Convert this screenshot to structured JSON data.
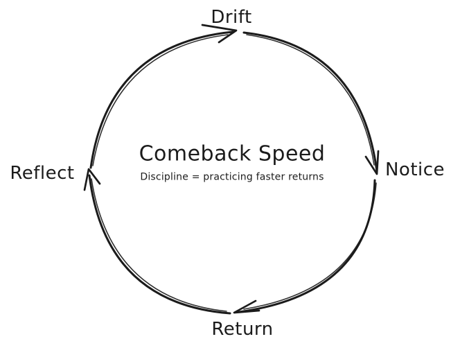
{
  "diagram": {
    "title": "Comeback Speed",
    "subtitle": "Discipline = practicing faster returns",
    "type": "cycle",
    "flow_direction": "clockwise",
    "nodes": [
      {
        "id": "drift",
        "label": "Drift",
        "position": "top"
      },
      {
        "id": "notice",
        "label": "Notice",
        "position": "right"
      },
      {
        "id": "return",
        "label": "Return",
        "position": "bottom"
      },
      {
        "id": "reflect",
        "label": "Reflect",
        "position": "left"
      }
    ],
    "edges": [
      {
        "from": "drift",
        "to": "notice"
      },
      {
        "from": "notice",
        "to": "return"
      },
      {
        "from": "return",
        "to": "reflect"
      },
      {
        "from": "reflect",
        "to": "drift"
      }
    ],
    "colors": {
      "stroke": "#1b1b1b",
      "text": "#1b1b1b",
      "background": "#ffffff"
    }
  }
}
